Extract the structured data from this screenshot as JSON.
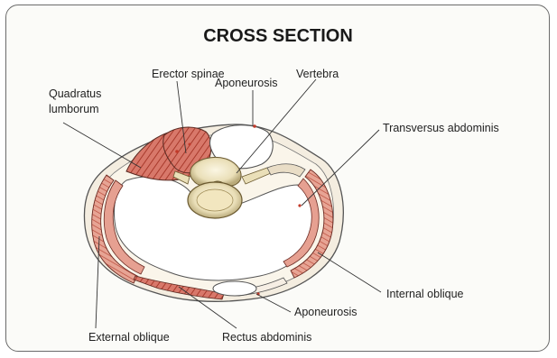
{
  "title": "CROSS SECTION",
  "labels": {
    "quadratus_lumborum_line1": "Quadratus",
    "quadratus_lumborum_line2": "lumborum",
    "erector_spinae": "Erector spinae",
    "aponeurosis_top": "Aponeurosis",
    "vertebra": "Vertebra",
    "transversus_abdominis": "Transversus abdominis",
    "internal_oblique": "Internal oblique",
    "aponeurosis_bottom": "Aponeurosis",
    "external_oblique": "External oblique",
    "rectus_abdominis": "Rectus abdominis"
  },
  "colors": {
    "muscle": "#c9584a",
    "muscle_light": "#e9b3a3",
    "bone": "#efe6c9",
    "outline": "#4a4a4a",
    "skin": "#f3eadc"
  }
}
